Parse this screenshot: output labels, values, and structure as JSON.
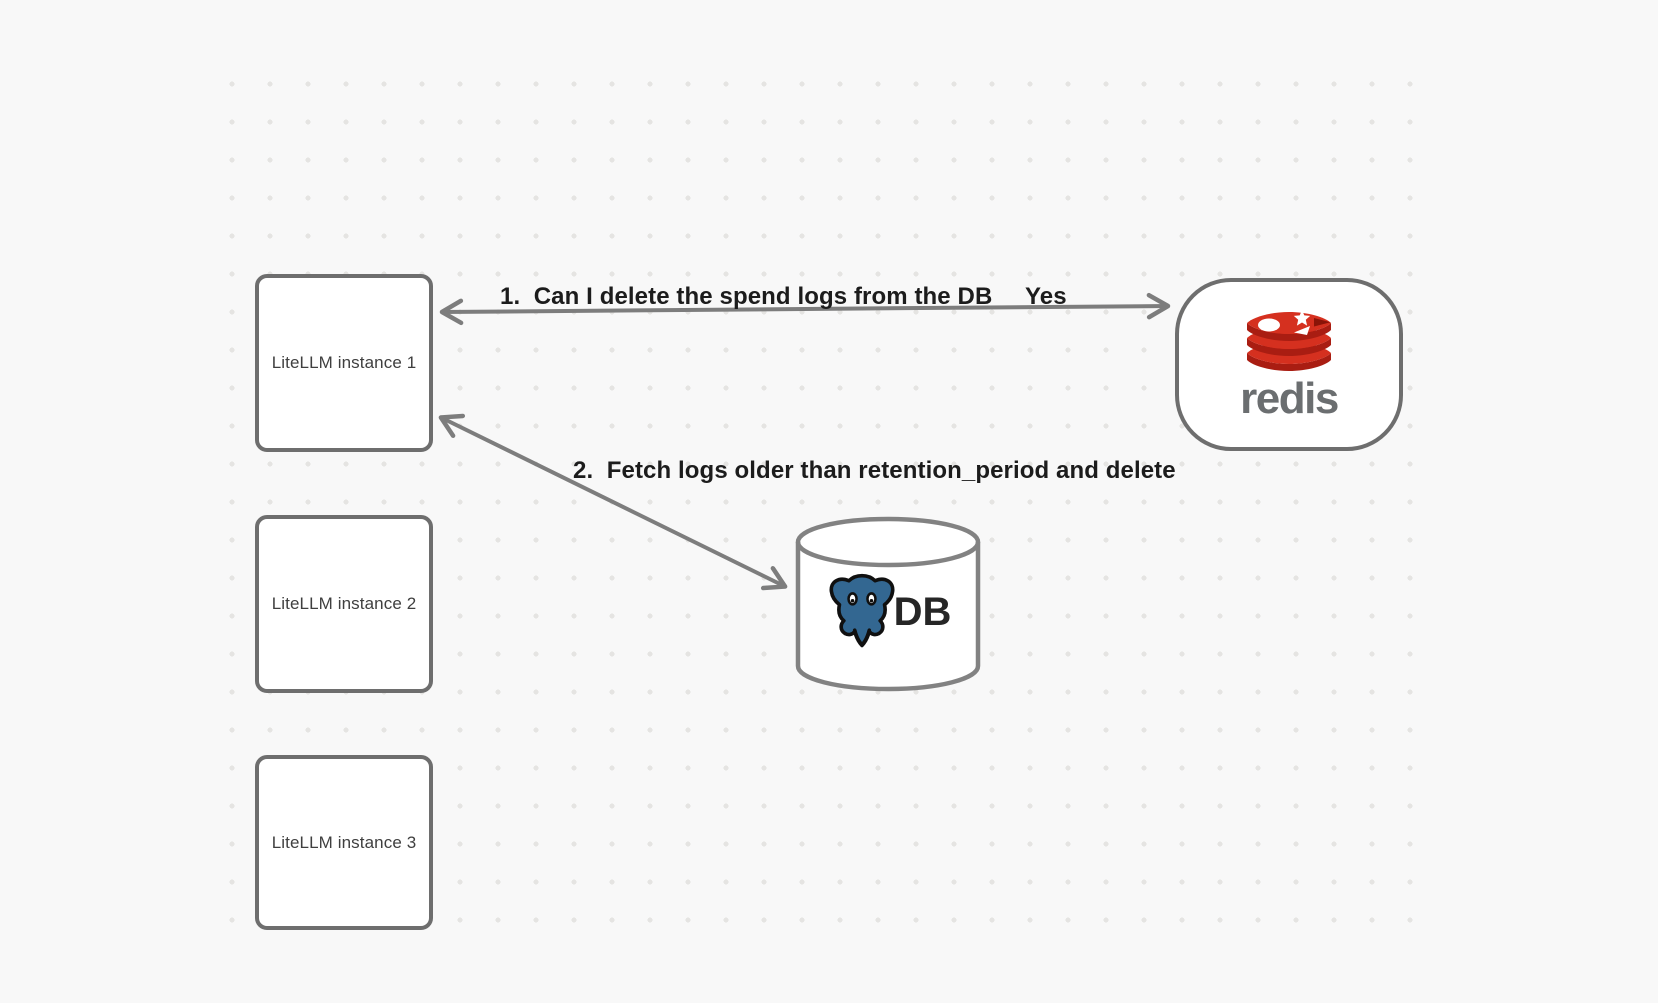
{
  "canvas": {
    "background_color": "#f8f8f8",
    "dot_color": "#e5e4e2"
  },
  "nodes": {
    "instances": [
      {
        "label": "LiteLLM instance 1"
      },
      {
        "label": "LiteLLM instance 2"
      },
      {
        "label": "LiteLLM instance 3"
      }
    ],
    "redis": {
      "label": "redis",
      "logo": "redis-logo",
      "brand_red": "#d5301f",
      "brand_dark_red": "#a91d12",
      "wordmark_color": "#6b6e70"
    },
    "database": {
      "label": "DB",
      "logo": "postgresql-elephant-logo",
      "postgres_blue": "#336791"
    }
  },
  "edges": [
    {
      "label": "1.  Can I delete the spend logs from the DB",
      "response": "Yes",
      "from": "LiteLLM instance 1",
      "to": "redis",
      "arrowheads": "both"
    },
    {
      "label": "2.  Fetch logs older than retention_period and delete",
      "from": "LiteLLM instance 1",
      "to": "DB",
      "arrowheads": "both"
    }
  ],
  "colors": {
    "node_border": "#6e6e6e",
    "arrow": "#7d7d7d",
    "label_text": "#1c1c1c",
    "node_text": "#3f3f3f"
  }
}
